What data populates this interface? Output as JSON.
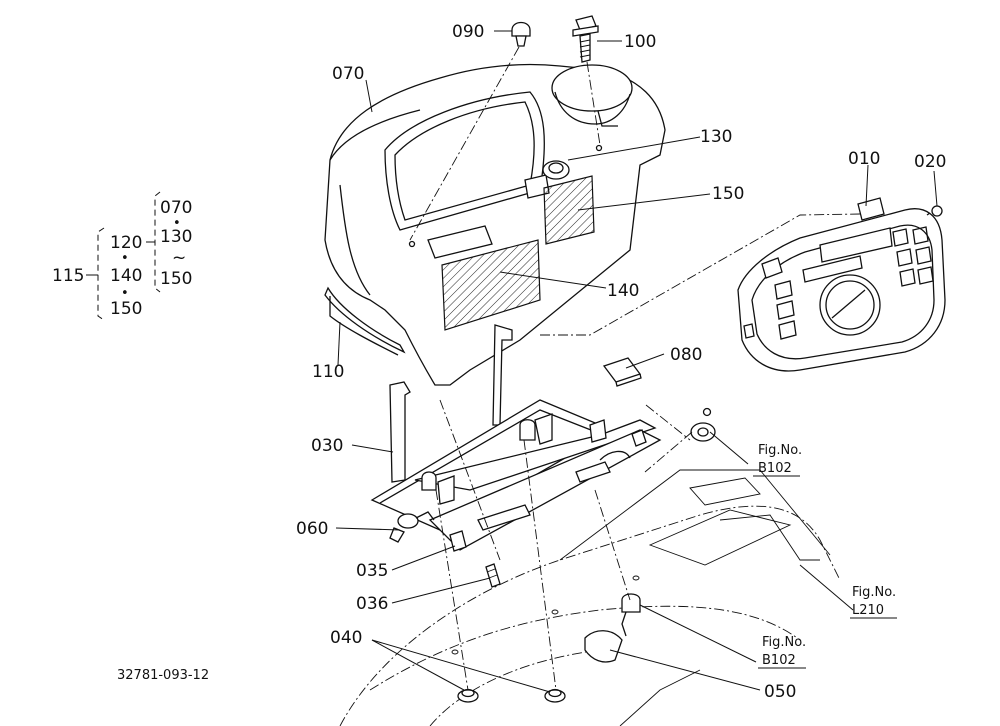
{
  "parts": {
    "p090": "090",
    "p100": "100",
    "p070": "070",
    "p130": "130",
    "p150": "150",
    "p010": "010",
    "p020": "020",
    "p140": "140",
    "p080": "080",
    "p110": "110",
    "p030": "030",
    "p060": "060",
    "p035": "035",
    "p036": "036",
    "p040": "040",
    "p050": "050"
  },
  "figure_refs": {
    "fig_label": "Fig.No.",
    "ref_b102_a": "B102",
    "ref_l210": "L210",
    "ref_b102_b": "B102"
  },
  "group_bracket": {
    "main": "115",
    "mid_top": "120",
    "mid_dot1": "•",
    "mid_middle": "140",
    "mid_dot2": "•",
    "mid_bottom": "150",
    "right_top": "070",
    "right_dot": "•",
    "right_middle": "130",
    "right_tilde": "~",
    "right_bottom": "150"
  },
  "drawing_number": "32781-093-12"
}
